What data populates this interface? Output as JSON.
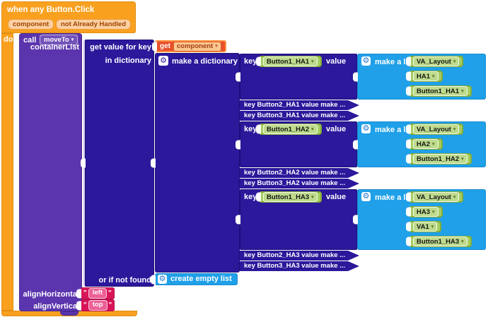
{
  "colors": {
    "event_orange": "#F9A11F",
    "procedure_purple": "#5B35AD",
    "dictionary_blue": "#2B189B",
    "list_cyan": "#1FA0E8",
    "component_green": "#A5CD61",
    "text_pink": "#D81559",
    "getter_red": "#E8502A"
  },
  "when_block": {
    "title": "when any Button.Click",
    "param_component": "component",
    "param_not_already": "not Already Handled",
    "do_label": "do"
  },
  "call_block": {
    "call_label": "call",
    "procedure": "moveTo",
    "arg_container": "containerList",
    "arg_horizontal": "alignHorizontal",
    "arg_vertical": "alignVertical"
  },
  "lookup": {
    "get_value_for_key": "get value for key",
    "in_dictionary": "in dictionary",
    "or_if_not_found": "or if not found"
  },
  "getter": {
    "get_label": "get",
    "variable": "component"
  },
  "dict": {
    "label": "make a dictionary",
    "key_label": "key",
    "value_label": "value"
  },
  "list": {
    "label": "make a list",
    "empty_label": "create empty list"
  },
  "pairs": [
    {
      "type": "expanded",
      "key": "Button1_HA1",
      "items": [
        "VA_Layout",
        "HA1",
        "Button1_HA1"
      ]
    },
    {
      "type": "collapsed",
      "text": "key Button2_HA1 value make ..."
    },
    {
      "type": "collapsed",
      "text": "key Button3_HA1 value make ..."
    },
    {
      "type": "expanded",
      "key": "Button1_HA2",
      "items": [
        "VA_Layout",
        "HA2",
        "Button1_HA2"
      ]
    },
    {
      "type": "collapsed",
      "text": "key Button2_HA2 value make ..."
    },
    {
      "type": "collapsed",
      "text": "key Button3_HA2 value make ..."
    },
    {
      "type": "expanded",
      "key": "Button1_HA3",
      "items": [
        "VA_Layout",
        "HA3",
        "VA1",
        "Button1_HA3"
      ]
    },
    {
      "type": "collapsed",
      "text": "key Button2_HA3 value make ..."
    },
    {
      "type": "collapsed",
      "text": "key Button3_HA3 value make ..."
    }
  ],
  "text_values": {
    "horizontal": "left",
    "vertical": "top"
  },
  "icons": {
    "mutator_gear": "gear-icon",
    "dropdown_caret": "chevron-down-icon"
  }
}
